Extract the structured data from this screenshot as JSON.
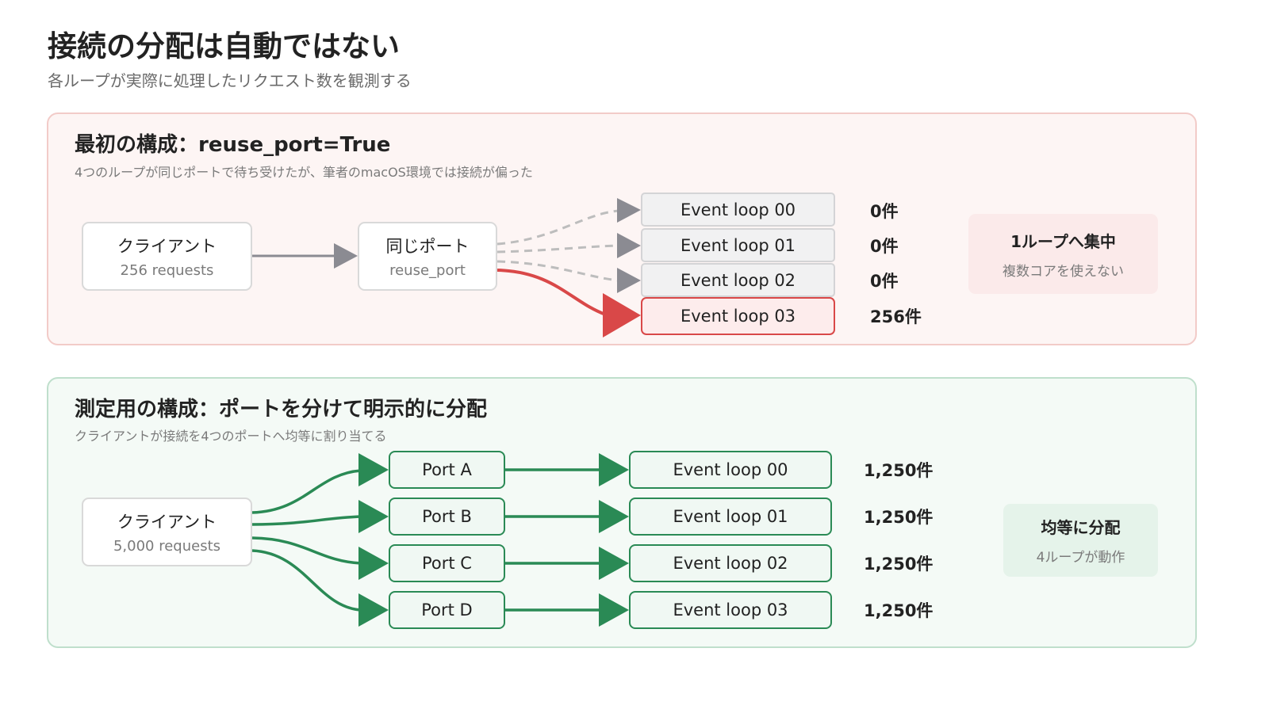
{
  "title": "接続の分配は自動ではない",
  "subtitle": "各ループが実際に処理したリクエスト数を観測する",
  "colors": {
    "concentrated": "#d94848",
    "balanced": "#2a8a55",
    "idle_connector": "#8b8b92",
    "dashed_connector": "#bdbdbd"
  },
  "panel_reuse": {
    "heading": "最初の構成：reuse_port=True",
    "description": "4つのループが同じポートで待ち受けたが、筆者のmacOS環境では接続が偏った",
    "client": {
      "label": "クライアント",
      "detail": "256 requests"
    },
    "port": {
      "label": "同じポート",
      "detail": "reuse_port"
    },
    "loops": [
      {
        "label": "Event loop 00",
        "count": "0件"
      },
      {
        "label": "Event loop 01",
        "count": "0件"
      },
      {
        "label": "Event loop 02",
        "count": "0件"
      },
      {
        "label": "Event loop 03",
        "count": "256件"
      }
    ],
    "note": {
      "title": "1ループへ集中",
      "detail": "複数コアを使えない"
    }
  },
  "panel_split": {
    "heading": "測定用の構成：ポートを分けて明示的に分配",
    "description": "クライアントが接続を4つのポートへ均等に割り当てる",
    "client": {
      "label": "クライアント",
      "detail": "5,000 requests"
    },
    "ports": [
      "Port A",
      "Port B",
      "Port C",
      "Port D"
    ],
    "loops": [
      {
        "label": "Event loop 00",
        "count": "1,250件"
      },
      {
        "label": "Event loop 01",
        "count": "1,250件"
      },
      {
        "label": "Event loop 02",
        "count": "1,250件"
      },
      {
        "label": "Event loop 03",
        "count": "1,250件"
      }
    ],
    "note": {
      "title": "均等に分配",
      "detail": "4ループが動作"
    }
  }
}
